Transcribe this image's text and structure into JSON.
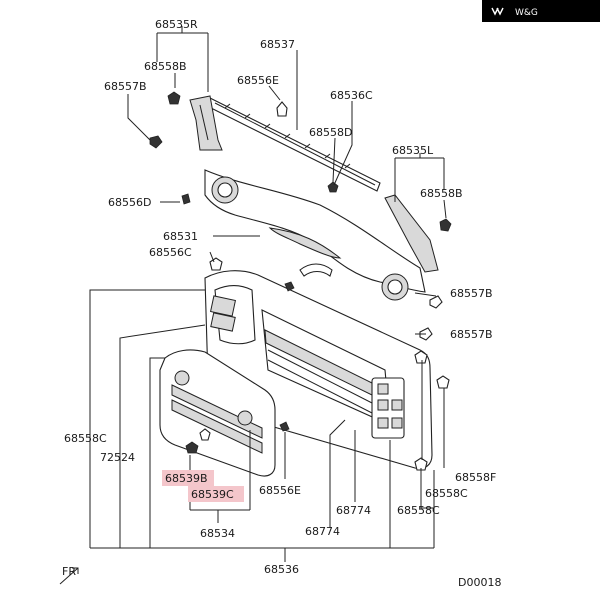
{
  "brand": {
    "text": "W&G",
    "bg": "#000000",
    "fg": "#ffffff"
  },
  "labels": {
    "p68535R": "68535R",
    "p68537": "68537",
    "p68558B_top": "68558B",
    "p68556E_top": "68556E",
    "p68557B_left": "68557B",
    "p68536C": "68536C",
    "p68558D": "68558D",
    "p68535L": "68535L",
    "p68558B_right": "68558B",
    "p68556D": "68556D",
    "p68531": "68531",
    "p68556C": "68556C",
    "p68557B_r1": "68557B",
    "p68557B_r2": "68557B",
    "p68558C_left": "68558C",
    "p72524": "72524",
    "p68539B": "68539B",
    "p68539C": "68539C",
    "p68534": "68534",
    "p68556E_bottom": "68556E",
    "p68774_a": "68774",
    "p68774_b": "68774",
    "p68558F": "68558F",
    "p68558C_r1": "68558C",
    "p68558C_r2": "68558C",
    "p68536": "68536",
    "fr": "FR",
    "diagram_code": "D00018"
  },
  "highlight_color": "#f4c6cb"
}
